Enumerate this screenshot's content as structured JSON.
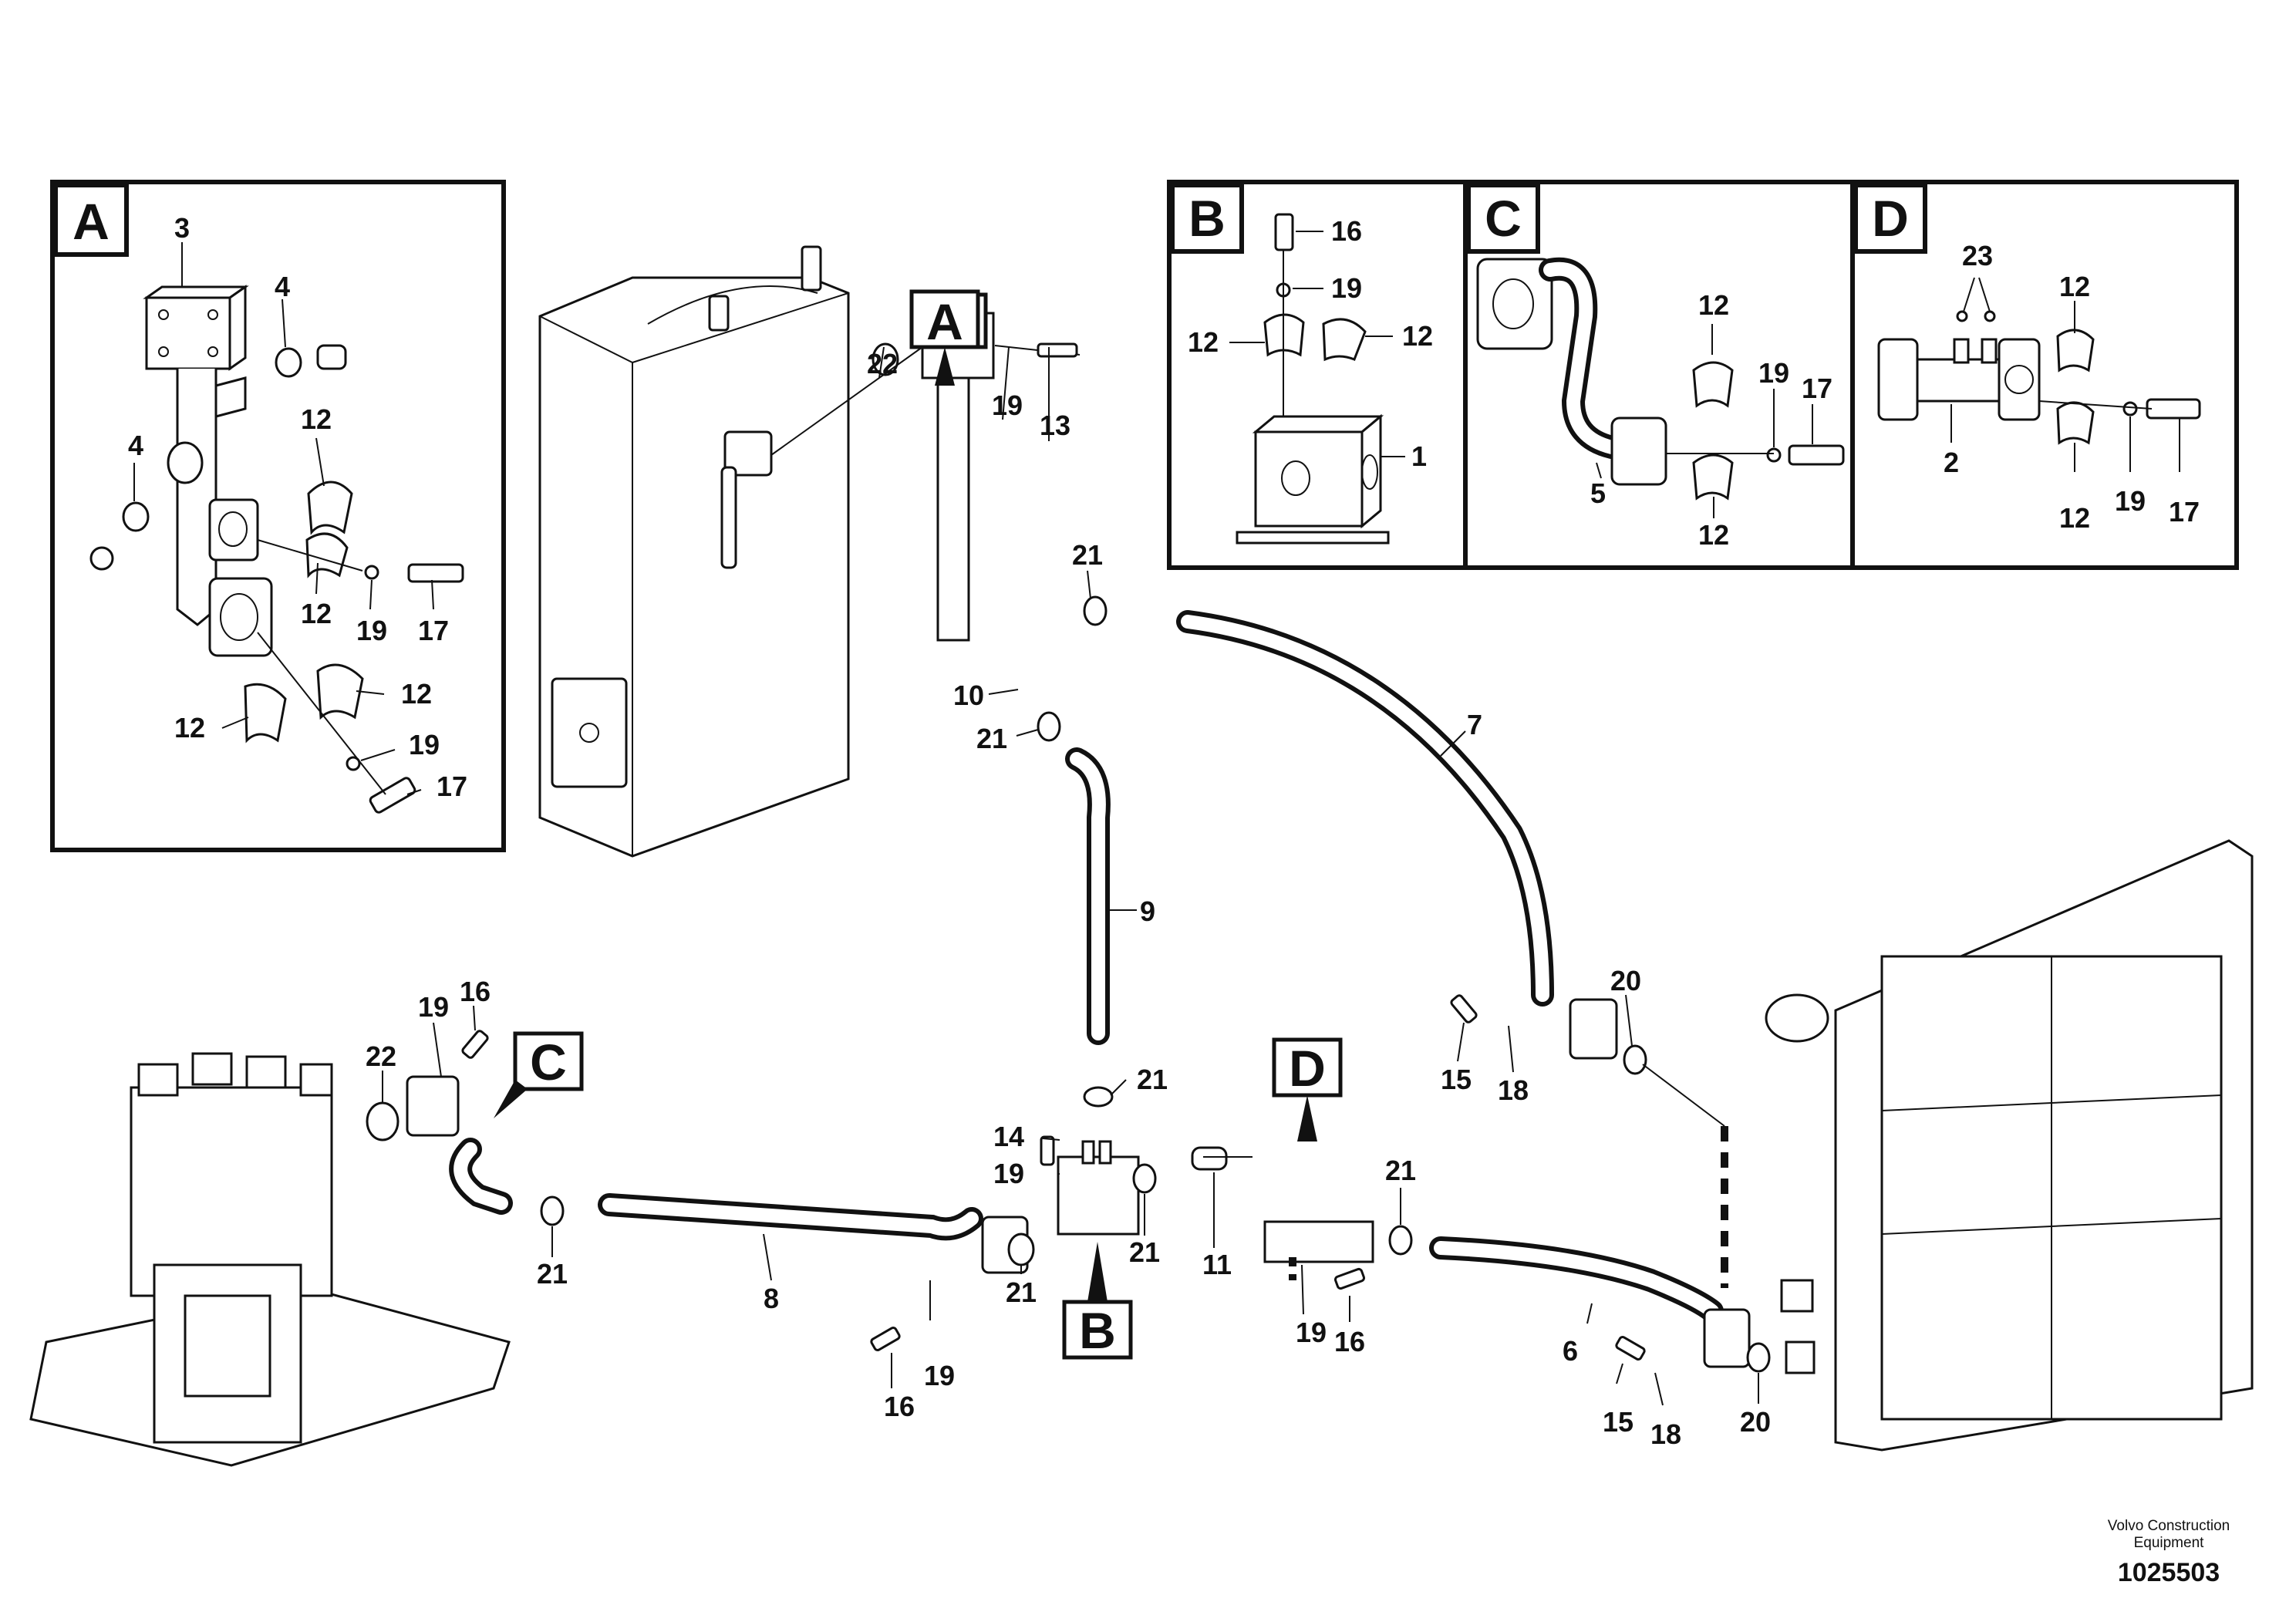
{
  "views": {
    "A": {
      "label": "A",
      "items": [
        "3",
        "4",
        "4",
        "12",
        "12",
        "12",
        "12",
        "19",
        "17",
        "19",
        "17"
      ]
    },
    "B": {
      "label": "B",
      "items": [
        "16",
        "19",
        "12",
        "12",
        "1"
      ]
    },
    "C": {
      "label": "C",
      "items": [
        "12",
        "19",
        "17",
        "5",
        "12"
      ]
    },
    "D": {
      "label": "D",
      "items": [
        "23",
        "12",
        "2",
        "12",
        "19",
        "17"
      ]
    }
  },
  "main_callouts": {
    "A": "A",
    "B": "B",
    "C": "C",
    "D": "D",
    "items": [
      "22",
      "19",
      "13",
      "21",
      "10",
      "21",
      "7",
      "9",
      "21",
      "14",
      "19",
      "20",
      "15",
      "18",
      "16",
      "19",
      "22",
      "21",
      "8",
      "21",
      "21",
      "11",
      "21",
      "19",
      "16",
      "16",
      "19",
      "6",
      "15",
      "18",
      "20"
    ]
  },
  "footer": {
    "publisher_line1": "Volvo Construction",
    "publisher_line2": "Equipment",
    "document_number": "1025503"
  }
}
